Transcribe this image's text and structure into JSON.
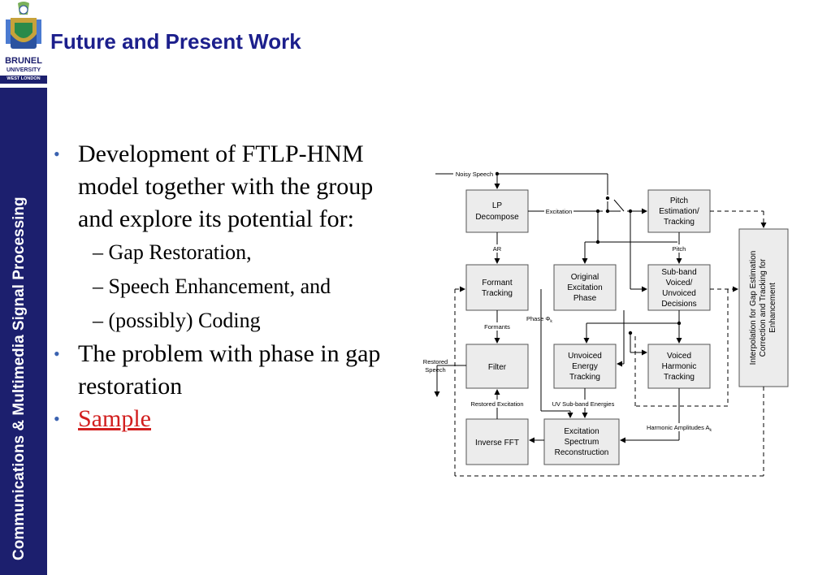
{
  "slide": {
    "title": "Future and Present Work",
    "sidebar_text": "Communications & Multimedia Signal Processing",
    "logo": {
      "line1": "BRUNEL",
      "line2": "UNIVERSITY",
      "line3": "WEST LONDON",
      "icon": "crest-icon"
    },
    "bullets": [
      {
        "text": "Development of FTLP-HNM model together with the group and explore its potential for:"
      },
      {
        "sub": "– Gap Restoration,"
      },
      {
        "sub": "– Speech Enhancement, and"
      },
      {
        "sub": "– (possibly) Coding"
      },
      {
        "text": "The problem with phase in gap restoration"
      },
      {
        "link": "Sample"
      }
    ],
    "bullet_char": "•"
  },
  "diagram": {
    "boxes": {
      "lp": [
        "LP",
        "Decompose"
      ],
      "pitch": [
        "Pitch",
        "Estimation/",
        "Tracking"
      ],
      "formant": [
        "Formant",
        "Tracking"
      ],
      "orig": [
        "Original",
        "Excitation",
        "Phase"
      ],
      "subband": [
        "Sub-band",
        "Voiced/",
        "Unvoiced",
        "Decisions"
      ],
      "filter": [
        "Filter"
      ],
      "unvoiced": [
        "Unvoiced",
        "Energy",
        "Tracking"
      ],
      "voiced": [
        "Voiced",
        "Harmonic",
        "Tracking"
      ],
      "ifft": [
        "Inverse FFT"
      ],
      "exc": [
        "Excitation",
        "Spectrum",
        "Reconstruction"
      ],
      "interp": [
        "Interpolation for Gap Estimation",
        "Correction and Tracking  for",
        "Enhancement"
      ]
    },
    "labels": {
      "noisy": "Noisy Speech",
      "excitation": "Excitation",
      "ar": "AR",
      "pitch": "Pitch",
      "formants": "Formants",
      "phase": "Phase Φ",
      "phase_sub": "k",
      "restored_speech": [
        "Restored",
        "Speech"
      ],
      "restored_exc": "Restored Excitation",
      "uv_energies": "UV Sub-band Energies",
      "harm_amp": "Harmonic Amplitudes A",
      "harm_sub": "k"
    }
  }
}
